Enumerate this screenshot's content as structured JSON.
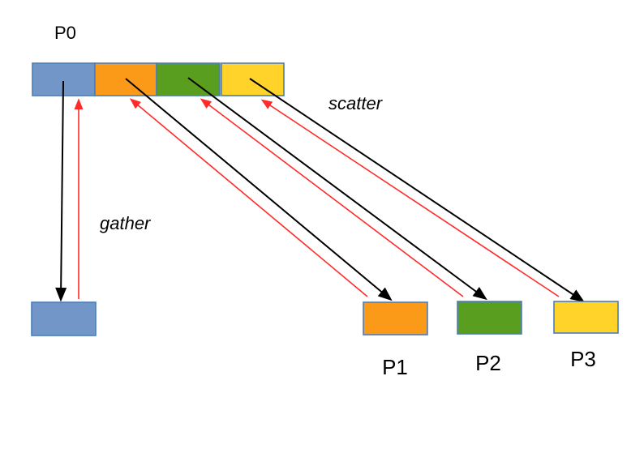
{
  "diagram": {
    "processes": [
      {
        "label": "P0"
      },
      {
        "label": "P1"
      },
      {
        "label": "P2"
      },
      {
        "label": "P3"
      }
    ],
    "operations": [
      {
        "label": "scatter"
      },
      {
        "label": "gather"
      }
    ],
    "colors": {
      "blue": "#7396c8",
      "orange": "#fb9a18",
      "green": "#5a9e1f",
      "yellow": "#ffd32a",
      "scatter_arrow": "#000000",
      "gather_arrow": "#ff2b2b",
      "scatter_text": "#000000",
      "gather_text": "#ff0000",
      "box_border": "#4a7ebb",
      "background": "#ffffff"
    }
  }
}
